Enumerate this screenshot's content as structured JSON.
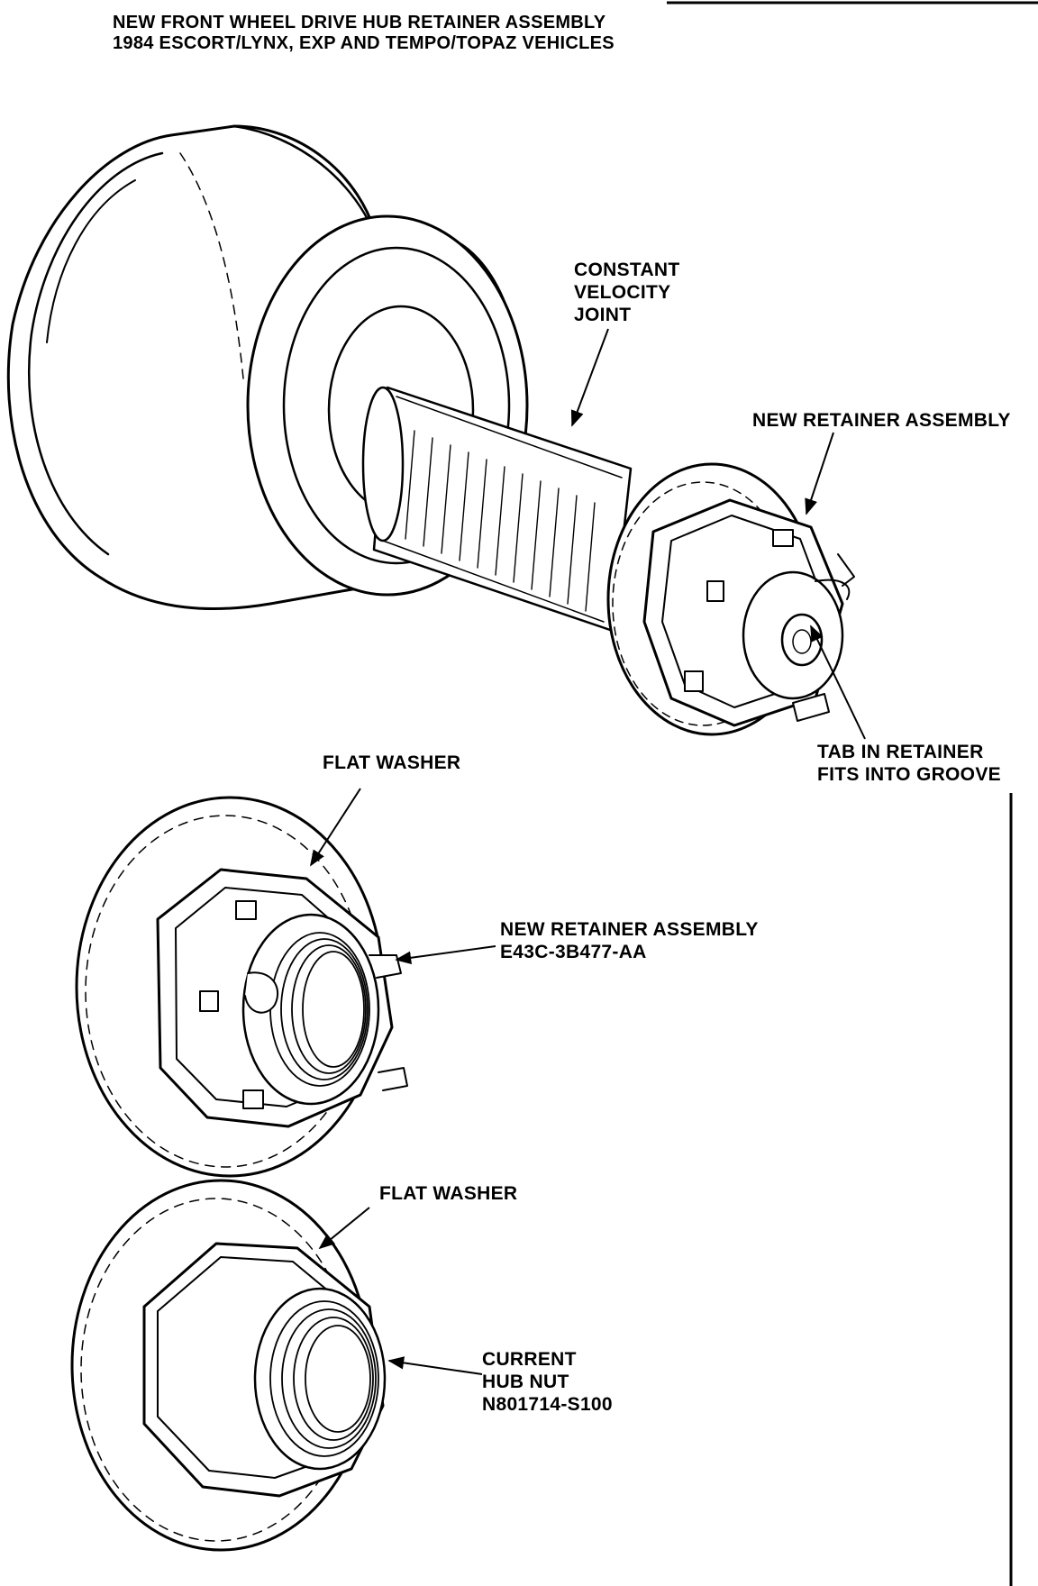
{
  "title": {
    "line1": "NEW FRONT WHEEL DRIVE HUB RETAINER ASSEMBLY",
    "line2": "1984 ESCORT/LYNX, EXP AND TEMPO/TOPAZ VEHICLES"
  },
  "callouts": {
    "cv_joint": {
      "line1": "CONSTANT",
      "line2": "VELOCITY",
      "line3": "JOINT"
    },
    "retainer_top": {
      "line1": "NEW RETAINER ASSEMBLY"
    },
    "tab": {
      "line1": "TAB IN RETAINER",
      "line2": "FITS INTO GROOVE"
    },
    "washer_1": {
      "line1": "FLAT WASHER"
    },
    "retainer_part": {
      "line1": "NEW RETAINER ASSEMBLY",
      "line2": "E43C-3B477-AA"
    },
    "washer_2": {
      "line1": "FLAT WASHER"
    },
    "hub_nut": {
      "line1": "CURRENT",
      "line2": "HUB NUT",
      "line3": "N801714-S100"
    }
  }
}
